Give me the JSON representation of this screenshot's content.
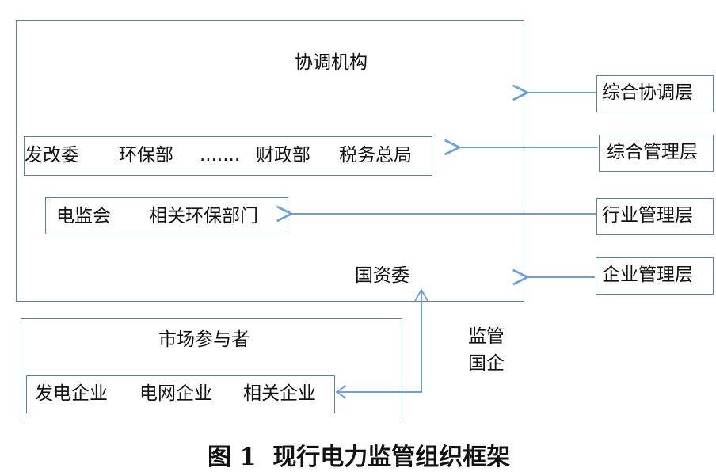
{
  "diagram": {
    "coordination_agency": "协调机构",
    "comprehensive_agencies": {
      "item1": "发改委",
      "item2": "环保部",
      "ellipsis": ".......",
      "item3": "财政部",
      "item4": "税务总局"
    },
    "industry_agencies": {
      "item1": "电监会",
      "item2": "相关环保部门"
    },
    "sasac": "国资委",
    "market_participants": {
      "title": "市场参与者",
      "item1": "发电企业",
      "item2": "电网企业",
      "item3": "相关企业"
    },
    "supervision_note_line1": "监管",
    "supervision_note_line2": "国企",
    "layers": {
      "coordination": "综合协调层",
      "management": "综合管理层",
      "industry": "行业管理层",
      "enterprise": "企业管理层"
    },
    "colors": {
      "border": "#5a7fa8",
      "arrow": "#6fa0d4",
      "text": "#111111"
    }
  },
  "caption": {
    "fig_label": "图 1",
    "title": "现行电力监管组织框架"
  }
}
